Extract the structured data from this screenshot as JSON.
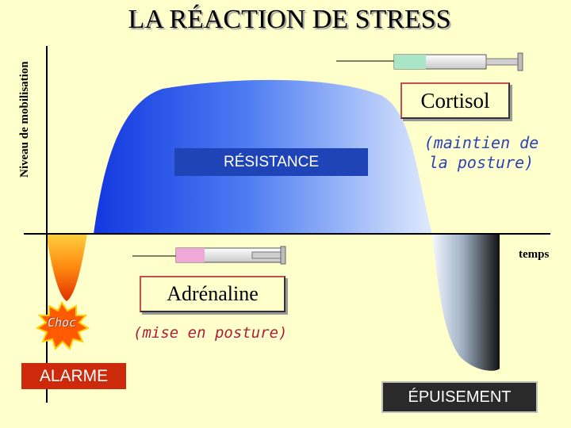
{
  "title": "LA RÉACTION DE STRESS",
  "axes": {
    "y_label": "Niveau de mobilisation",
    "x_label": "temps"
  },
  "phases": {
    "alarm": "ALARME",
    "resistance": "RÉSISTANCE",
    "exhaustion": "ÉPUISEMENT"
  },
  "shock_label": "Choc",
  "hormones": {
    "cortisol": {
      "name": "Cortisol",
      "note_line1": "(maintien de",
      "note_line2": "la posture)",
      "syringe_fill_color": "#a9e6c8"
    },
    "adrenaline": {
      "name": "Adrénaline",
      "note": "(mise en posture)",
      "syringe_fill_color": "#f0a8d8"
    }
  },
  "colors": {
    "background": "#FFFFCC",
    "resistance_curve": "#2f56e6",
    "alarm_curve": "#ff6a00",
    "exhaustion_curve": "#111111",
    "resistance_label_bg": "#1F44B8",
    "alarm_label_bg": "#CC2A0A",
    "exhaustion_label_bg": "#2a2a2a"
  }
}
